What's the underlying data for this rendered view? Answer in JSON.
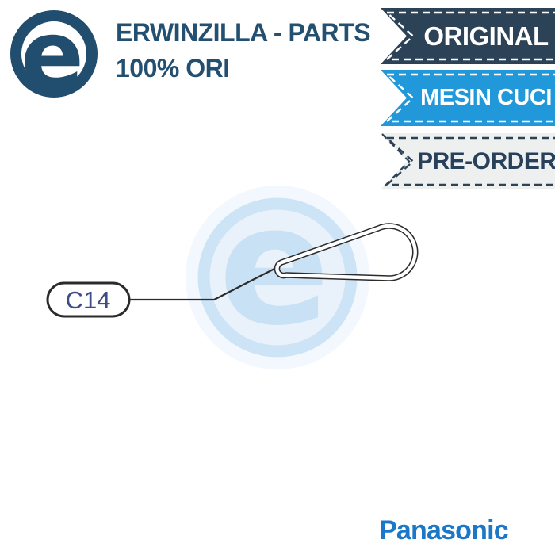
{
  "brand": {
    "logo_letter": "e",
    "logo_color": "#214d6e",
    "store_name_line1": "ERWINZILLA - PARTS",
    "store_name_line2": "100% ORI",
    "text_color": "#234f70"
  },
  "ribbons": [
    {
      "label": "ORIGINAL",
      "fill": "#2b4257",
      "dash_color": "#ffffff",
      "text_color": "#ffffff"
    },
    {
      "label": "MESIN CUCI",
      "fill": "#2098da",
      "dash_color": "#ffffff",
      "text_color": "#ffffff"
    },
    {
      "label": "PRE-ORDER",
      "fill": "#eef0ef",
      "dash_color": "#2b4257",
      "text_color": "#28405a"
    }
  ],
  "watermark": {
    "letter": "e",
    "halo_color": "#f2f8fd",
    "ring_color": "#cde4f7",
    "inner_color": "#e9f2fb",
    "letter_color": "#c9e1f5"
  },
  "diagram": {
    "part_label": "C14",
    "part_label_color": "#3e4c8a",
    "line_color": "#2b2b2b"
  },
  "footer": {
    "brand": "Panasonic",
    "color": "#1b78c8"
  }
}
